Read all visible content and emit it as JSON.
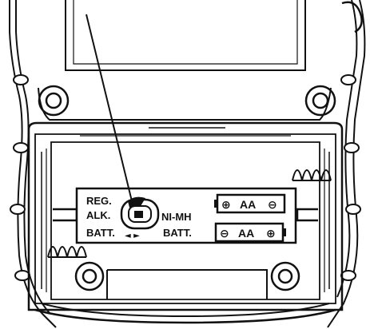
{
  "switch_labels": {
    "left_line1": "REG.",
    "left_line2": "ALK.",
    "left_line3": "BATT.",
    "right_line1": "NI-MH",
    "right_line2": "BATT.",
    "switch_arrows": "◄ ►"
  },
  "batteries": [
    {
      "label": "AA",
      "left_terminal": "⊕",
      "right_terminal": "⊖"
    },
    {
      "label": "AA",
      "left_terminal": "⊖",
      "right_terminal": "⊕"
    }
  ],
  "colors": {
    "line": "#111111",
    "background": "#ffffff"
  }
}
